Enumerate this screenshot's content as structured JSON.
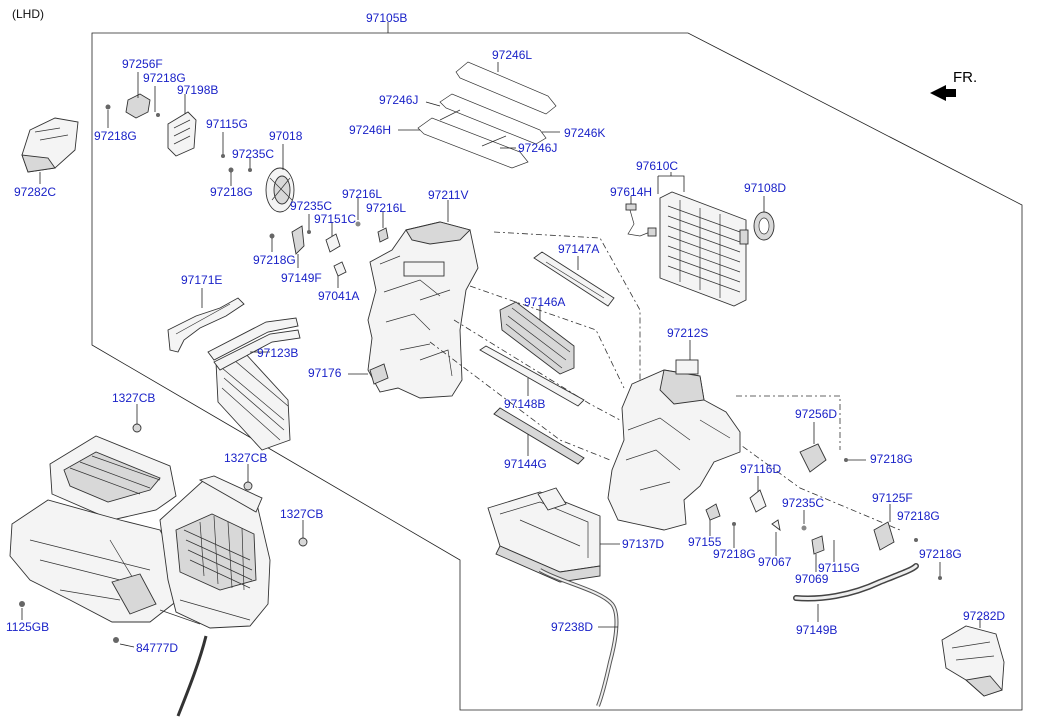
{
  "header": {
    "variant": "(LHD)",
    "direction": "FR."
  },
  "labels": {
    "97105B": "97105B",
    "97256F": "97256F",
    "97218G": "97218G",
    "97198B": "97198B",
    "97115G": "97115G",
    "97018": "97018",
    "97235C": "97235C",
    "97282C": "97282C",
    "97246L": "97246L",
    "97246J": "97246J",
    "97246H": "97246H",
    "97246K": "97246K",
    "97610C": "97610C",
    "97614H": "97614H",
    "97108D": "97108D",
    "97216L": "97216L",
    "97211V": "97211V",
    "97151C": "97151C",
    "97149F": "97149F",
    "97041A": "97041A",
    "97171E": "97171E",
    "97123B": "97123B",
    "97176": "97176",
    "97147A": "97147A",
    "97146A": "97146A",
    "97148B": "97148B",
    "97144G": "97144G",
    "97212S": "97212S",
    "97256D": "97256D",
    "97116D": "97116D",
    "97125F": "97125F",
    "97137D": "97137D",
    "97155": "97155",
    "97067": "97067",
    "97069": "97069",
    "97149B": "97149B",
    "97238D": "97238D",
    "97282D": "97282D",
    "1327CB": "1327CB",
    "1125GB": "1125GB",
    "84777D": "84777D"
  },
  "colors": {
    "label": "#1a22c8",
    "line": "#222222",
    "background": "#ffffff"
  }
}
